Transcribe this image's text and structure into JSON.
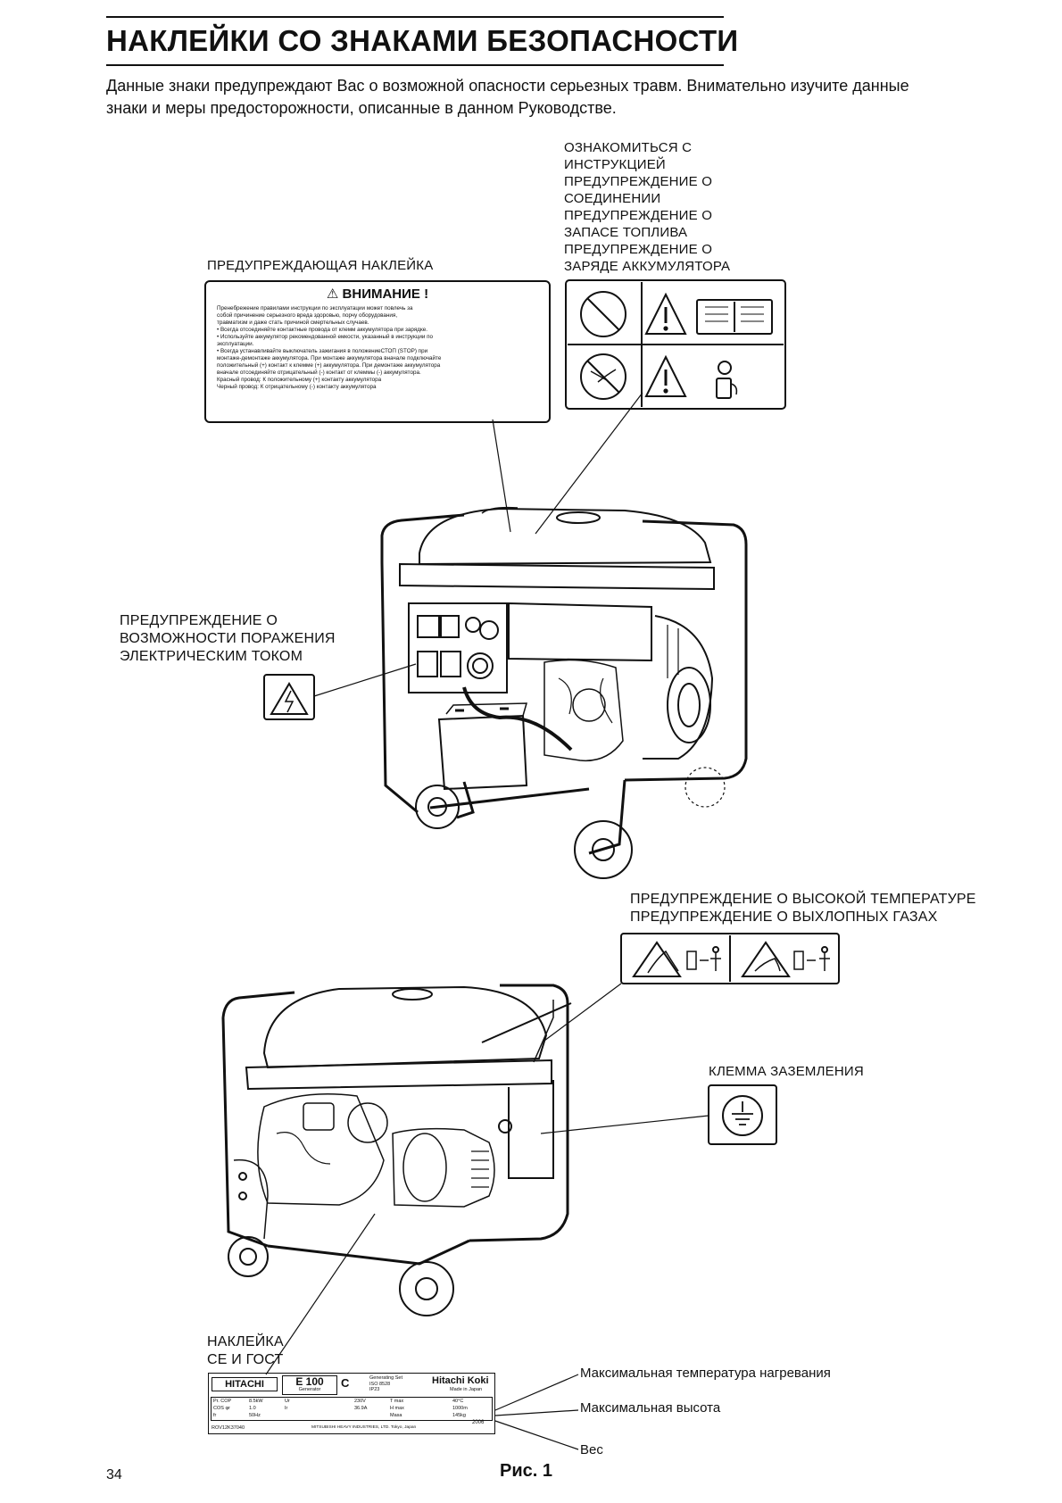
{
  "title": "НАКЛЕЙКИ СО ЗНАКАМИ БЕЗОПАСНОСТИ",
  "intro": {
    "line1": "Данные знаки предупреждают Вас о возможной опасности серьезных травм. Внимательно изучите данные",
    "line2": "знаки и меры предосторожности, описанные в данном Руководстве."
  },
  "labels": {
    "top_right": [
      "ОЗНАКОМИТЬСЯ С",
      "ИНСТРУКЦИЕЙ",
      "ПРЕДУПРЕЖДЕНИЕ О",
      "СОЕДИНЕНИИ",
      "ПРЕДУПРЕЖДЕНИЕ О",
      "ЗАПАСЕ ТОПЛИВА",
      "ПРЕДУПРЕЖДЕНИЕ О",
      "ЗАРЯДЕ АККУМУЛЯТОРА"
    ],
    "warning_sticker": "ПРЕДУПРЕЖДАЮЩАЯ НАКЛЕЙКА",
    "electric": [
      "ПРЕДУПРЕЖДЕНИЕ О",
      "ВОЗМОЖНОСТИ ПОРАЖЕНИЯ",
      "ЭЛЕКТРИЧЕСКИМ ТОКОМ"
    ],
    "heat_exhaust": [
      "ПРЕДУПРЕЖДЕНИЕ О ВЫСОКОЙ ТЕМПЕРАТУРЕ",
      "ПРЕДУПРЕЖДЕНИЕ О ВЫХЛОПНЫХ ГАЗАХ"
    ],
    "ground": "КЛЕММА ЗАЗЕМЛЕНИЯ",
    "ce_gost": [
      "НАКЛЕЙКА",
      "СЕ И ГОСТ"
    ]
  },
  "sticker": {
    "heading": "ВНИМАНИЕ !",
    "lines": [
      "Пренебрежение правилами инструкции по эксплуатации может повлечь за",
      "собой причинение серьезного вреда здоровью, порчу оборудования,",
      "травматизм и даже стать причиной смертельных случаев.",
      "• Всегда отсоединяйте контактные провода от клемм аккумулятора при зарядке.",
      "• Используйте аккумулятор рекомендованной емкости, указанный в инструкции по",
      "  эксплуатации.",
      "• Всегда устанавливайте выключатель зажигания в положениеСТОП (STOP) при",
      "  монтаже-демонтаже аккумулятора. При монтаже аккумулятора вначале подключайте",
      "  положительный (+) контакт к клемме (+) аккумулятора. При демонтаже аккумулятора",
      "  вначале отсоединяйте отрицательный (-) контакт от клеммы (-) аккумулятора.",
      "Красный провод: К положительному (+) контакту аккумулятора",
      "Черный провод: К отрицательному (-) контакту аккумулятора"
    ]
  },
  "plate": {
    "brand": "HITACHI",
    "model": "E 100",
    "model_sub": "Generator",
    "spec_lines": [
      "Generating Set",
      "ISO 8528",
      "IP23"
    ],
    "maker": "Hitachi Koki",
    "made": "Made in Japan",
    "rows": [
      [
        "Pr. COP",
        "8.5kW",
        "Ur",
        "230V",
        "T max",
        "40°C"
      ],
      [
        "COS φr",
        "1.0",
        "Ir",
        "36.9A",
        "H max",
        "1000m"
      ],
      [
        "fr",
        "50Hz",
        "",
        "",
        "Masa",
        "145kg"
      ]
    ],
    "year": "2006",
    "serial": "ROV12K37040",
    "footer": "MITSUBISHI HEAVY INDUSTRIES, LTD. Tokyo, Japan"
  },
  "plate_callouts": [
    "Максимальная температура нагревания",
    "Максимальная высота",
    "Вес"
  ],
  "figure_caption": "Рис. 1",
  "page_number": "34"
}
